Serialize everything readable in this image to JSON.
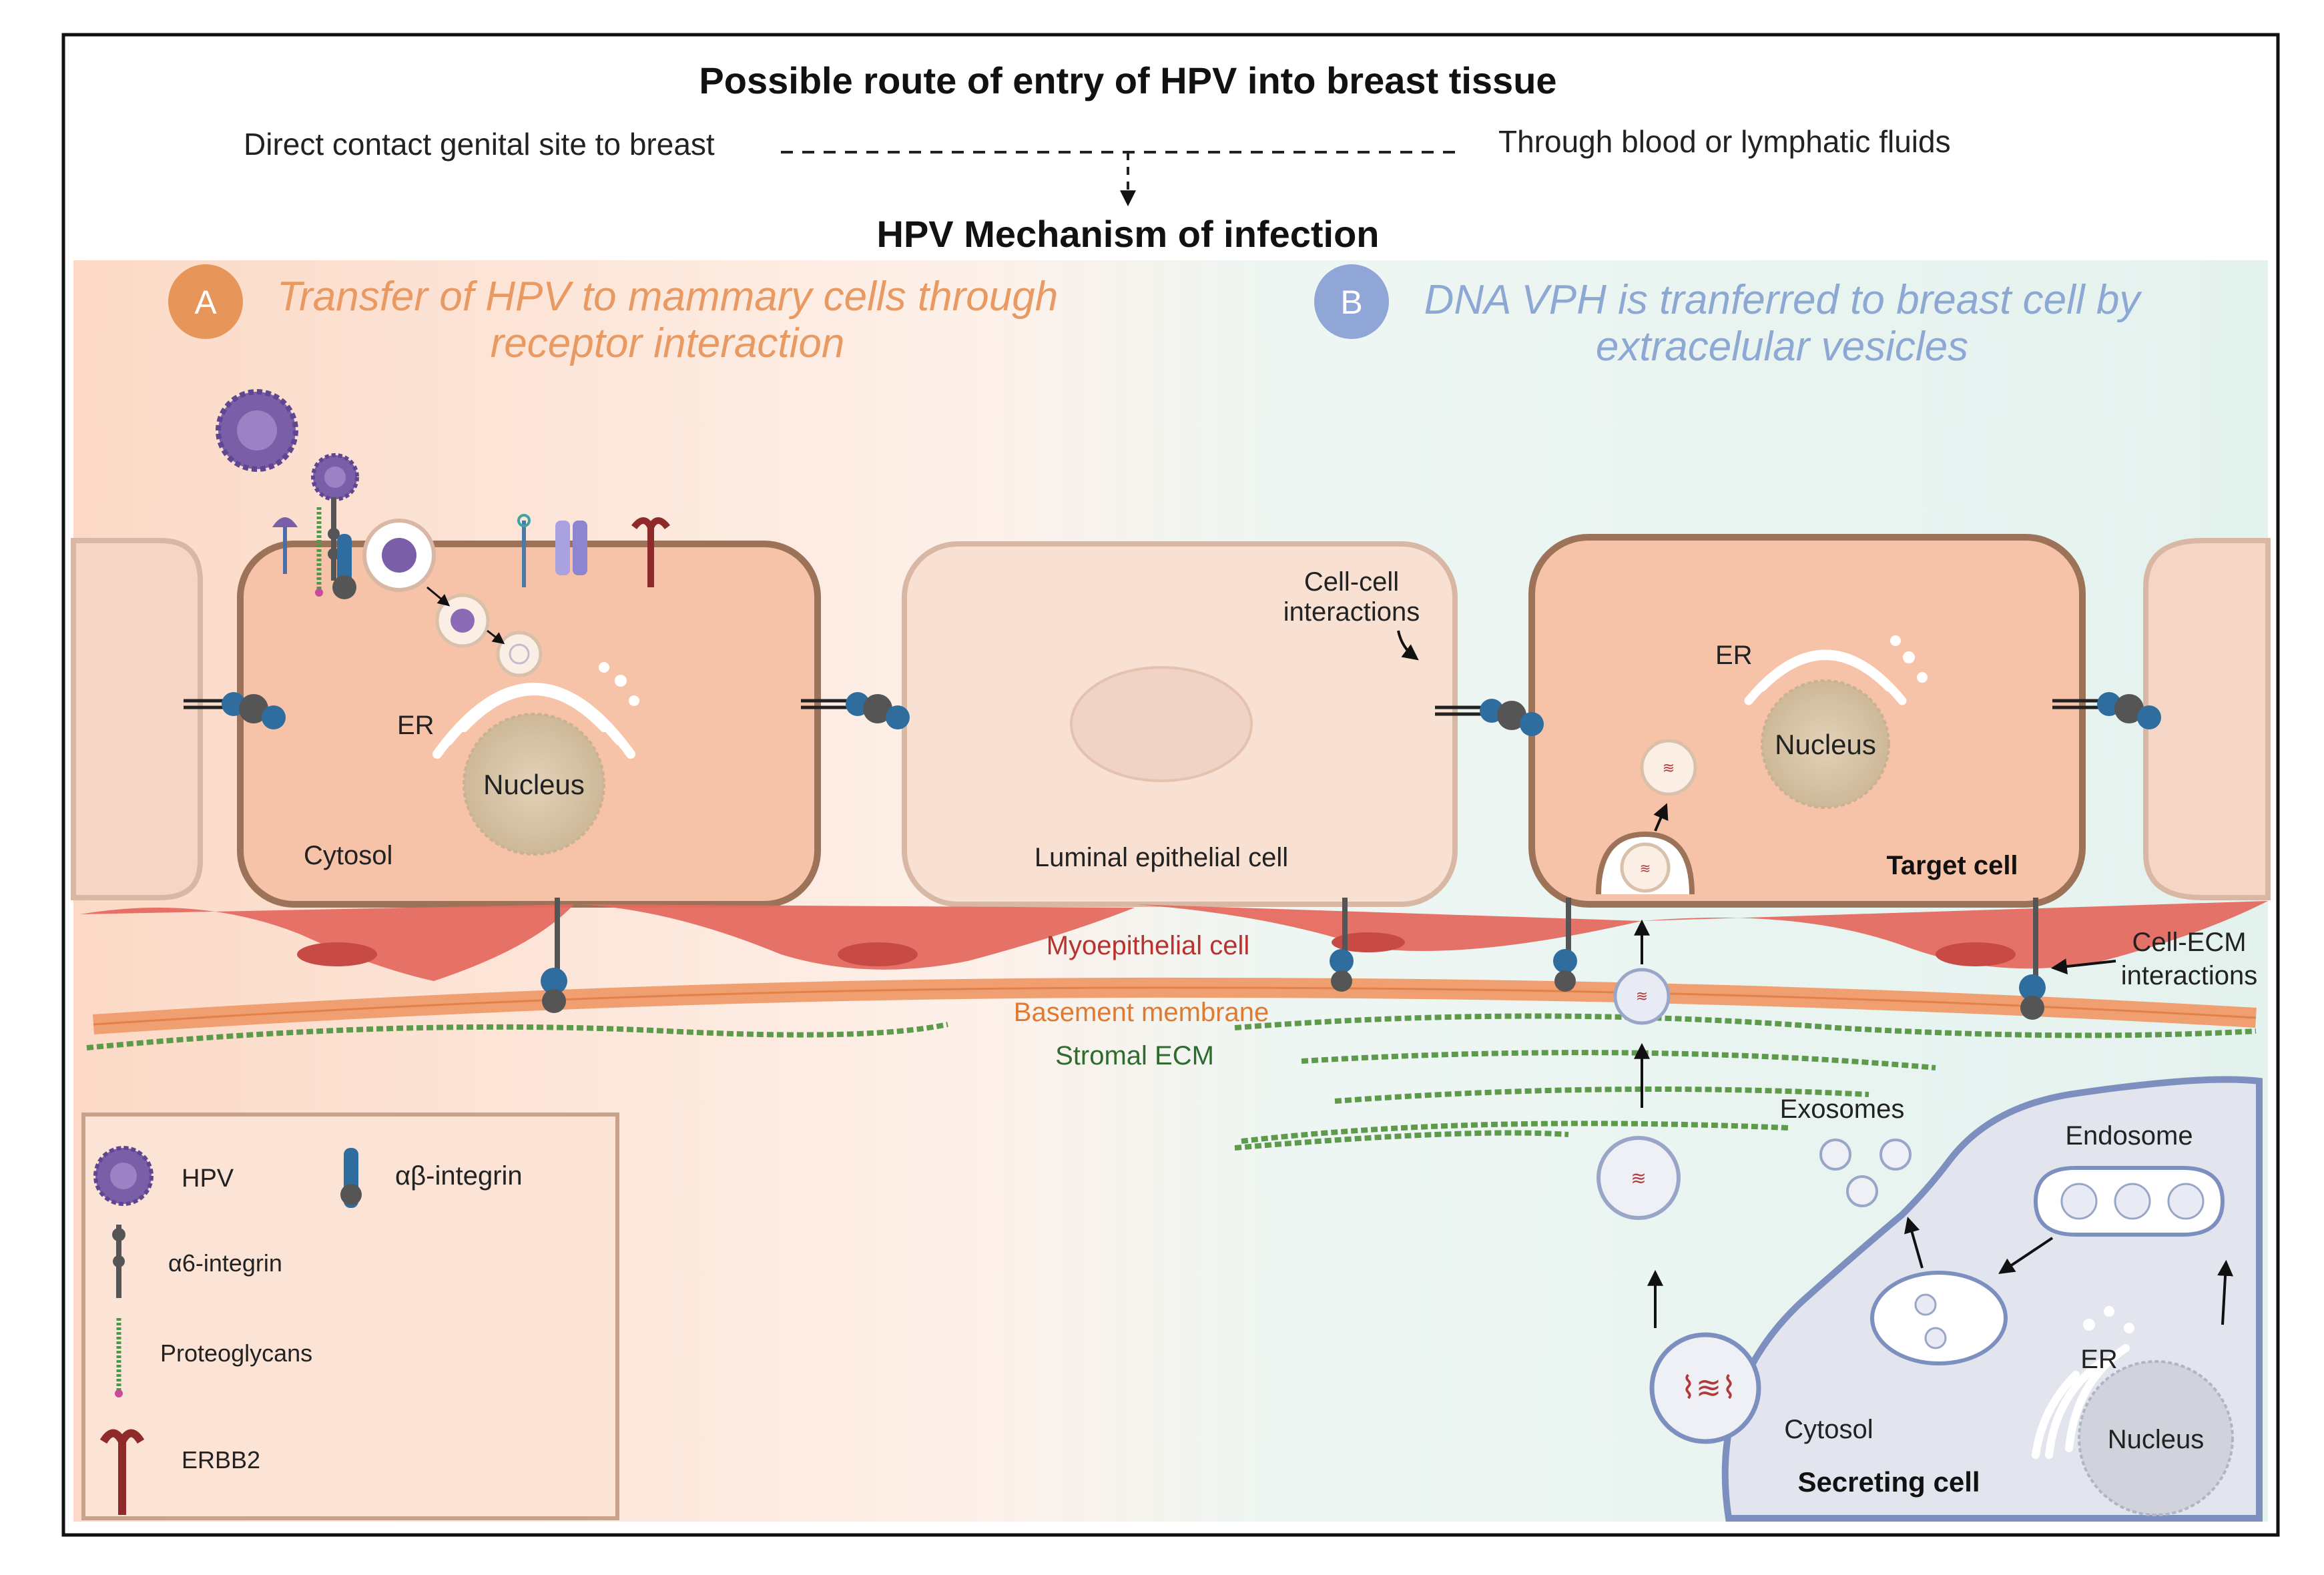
{
  "header": {
    "title": "Possible route of entry of HPV into breast tissue",
    "route_left": "Direct contact genital site to breast",
    "route_right": "Through blood or lymphatic fluids",
    "mechanism_title": "HPV Mechanism of infection"
  },
  "panel_a": {
    "badge": "A",
    "title_line1": "Transfer of HPV to mammary cells through",
    "title_line2": "receptor interaction",
    "color": "#e8955a"
  },
  "panel_b": {
    "badge": "B",
    "title_line1": "DNA VPH is tranferred to breast cell by",
    "title_line2": "extracelular vesicles",
    "color": "#8fa6d6"
  },
  "labels": {
    "er_a": "ER",
    "nucleus_a": "Nucleus",
    "cytosol_a": "Cytosol",
    "luminal": "Luminal epithelial cell",
    "cell_cell_1": "Cell-cell",
    "cell_cell_2": "interactions",
    "er_target": "ER",
    "nucleus_target": "Nucleus",
    "target_cell": "Target cell",
    "myoepithelial": "Myoepithelial cell",
    "basement": "Basement membrane",
    "stromal": "Stromal ECM",
    "cell_ecm_1": "Cell-ECM",
    "cell_ecm_2": "interactions",
    "exosomes": "Exosomes",
    "endosome": "Endosome",
    "er_secreting": "ER",
    "cytosol_secreting": "Cytosol",
    "nucleus_secreting": "Nucleus",
    "secreting_cell": "Secreting cell"
  },
  "legend": {
    "hpv": "HPV",
    "ab_integrin": "αβ-integrin",
    "a6_integrin": "α6-integrin",
    "proteoglycans": "Proteoglycans",
    "erbb2": "ERBB2"
  },
  "colors": {
    "cell_fill": "#f5c4a8",
    "cell_stroke": "#a77a5e",
    "myo": "#e56a60",
    "basement": "#f0a070",
    "ecm": "#5e9a4c",
    "hpv": "#7b5ea8",
    "integrin": "#2e6d9e",
    "erbb2": "#8e2a2a",
    "secreting": "#e6e8ef"
  }
}
